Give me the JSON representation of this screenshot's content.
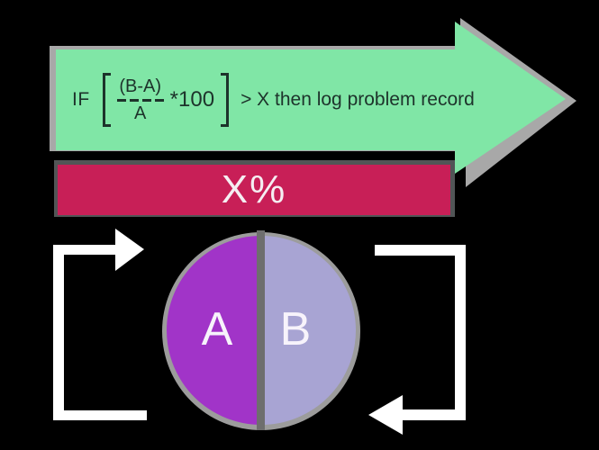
{
  "diagram": {
    "background": "#000000",
    "flow_arrow": {
      "if_label": "IF",
      "numerator": "(B-A)",
      "denominator": "A",
      "multiplier": "*100",
      "condition": "> X then log problem record",
      "fill": "#80e6a6",
      "shadow": "#a8a8a8",
      "text_color": "#1d332b"
    },
    "threshold_bar": {
      "label": "X%",
      "fill": "#c81f57",
      "frame": "#515556",
      "text_color": "#f5eef2"
    },
    "split_circle": {
      "left_label": "A",
      "right_label": "B",
      "left_fill": "#a134c8",
      "right_fill": "#a8a4d3",
      "divider": "#6e6e6e",
      "shadow": "#9c9c9c",
      "label_color": "#f7f3fb"
    },
    "cycle": {
      "color": "#ffffff"
    }
  }
}
